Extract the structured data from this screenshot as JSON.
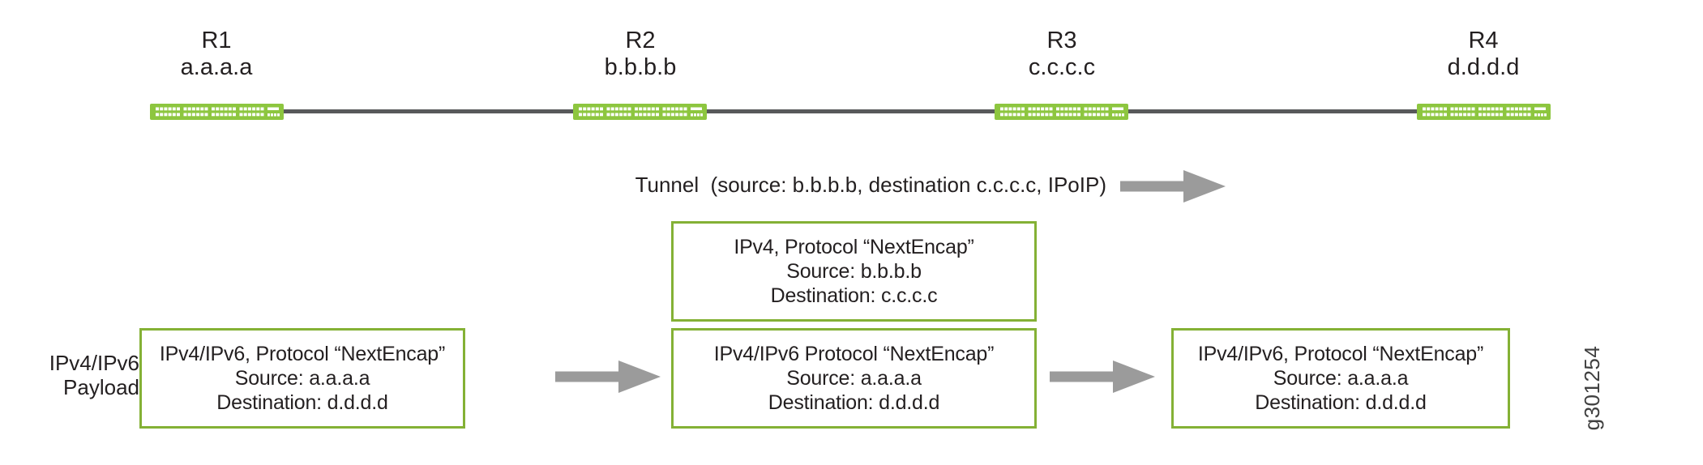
{
  "colors": {
    "router_green": "#8DC63F",
    "box_border_green": "#84B135",
    "link_line_gray": "#58595B",
    "arrow_gray": "#9B9B9B",
    "text": "#231F20"
  },
  "topology": {
    "routers": [
      {
        "name": "R1",
        "address": "a.a.a.a"
      },
      {
        "name": "R2",
        "address": "b.b.b.b"
      },
      {
        "name": "R3",
        "address": "c.c.c.c"
      },
      {
        "name": "R4",
        "address": "d.d.d.d"
      }
    ]
  },
  "tunnel": {
    "label": "Tunnel  (source: b.b.b.b, destination c.c.c.c, IPoIP)"
  },
  "payload_label": {
    "line1": "IPv4/IPv6",
    "line2": "Payload"
  },
  "packets": {
    "left": {
      "lines": [
        "IPv4/IPv6, Protocol “NextEncap”",
        "Source: a.a.a.a",
        "Destination: d.d.d.d"
      ]
    },
    "middle_outer": {
      "lines": [
        "IPv4, Protocol “NextEncap”",
        "Source: b.b.b.b",
        "Destination: c.c.c.c"
      ]
    },
    "middle_inner": {
      "lines": [
        "IPv4/IPv6 Protocol “NextEncap”",
        "Source: a.a.a.a",
        "Destination: d.d.d.d"
      ]
    },
    "right": {
      "lines": [
        "IPv4/IPv6, Protocol “NextEncap”",
        "Source: a.a.a.a",
        "Destination: d.d.d.d"
      ]
    }
  },
  "figure_id": "g301254"
}
